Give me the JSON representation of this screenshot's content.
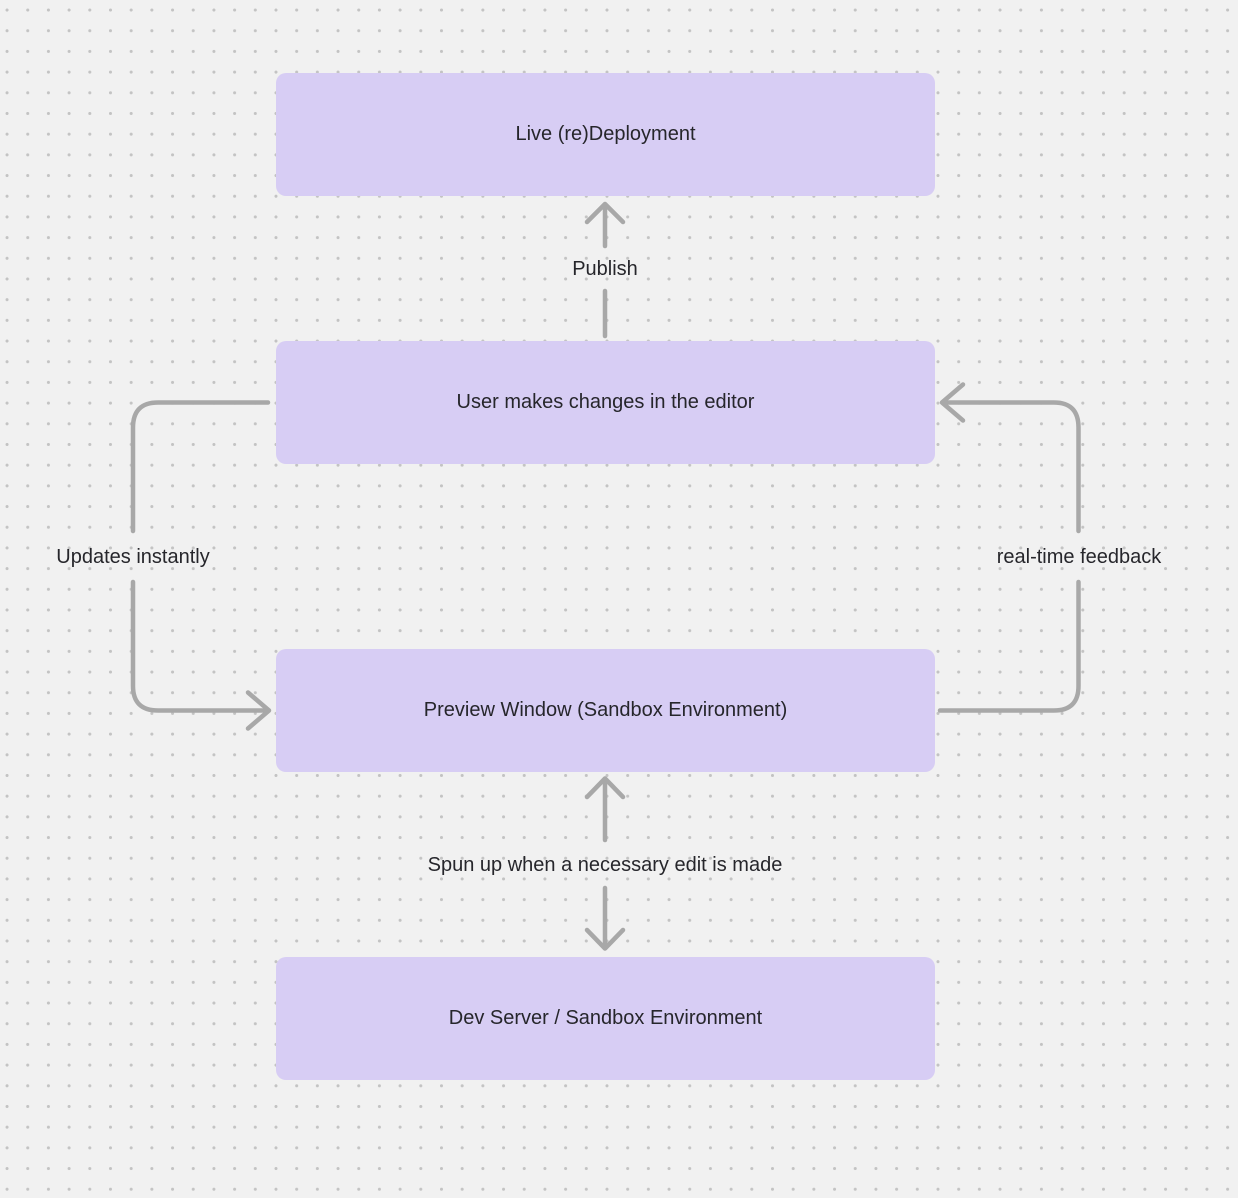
{
  "colors": {
    "background": "#f1f1f1",
    "dot": "#c3c3c3",
    "node_fill": "#d7cdf4",
    "node_text": "#26262b",
    "label_text": "#26262b",
    "arrow": "#a8a8a8"
  },
  "diagram": {
    "nodes": [
      {
        "id": "live-redeployment",
        "label": "Live (re)Deployment"
      },
      {
        "id": "editor-changes",
        "label": "User makes changes in the editor"
      },
      {
        "id": "preview-window",
        "label": "Preview Window (Sandbox Environment)"
      },
      {
        "id": "dev-server",
        "label": "Dev Server / Sandbox Environment"
      }
    ],
    "edges": [
      {
        "id": "publish",
        "from": "editor-changes",
        "to": "live-redeployment",
        "label": "Publish",
        "direction": "up"
      },
      {
        "id": "updates-instantly",
        "from": "editor-changes",
        "to": "preview-window",
        "label": "Updates instantly",
        "direction": "left-loop-down"
      },
      {
        "id": "real-time-feedback",
        "from": "preview-window",
        "to": "editor-changes",
        "label": "real-time feedback",
        "direction": "right-loop-up"
      },
      {
        "id": "spun-up",
        "from": "preview-window",
        "to": "dev-server",
        "label": "Spun up when a necessary edit is made",
        "direction": "bidirectional"
      }
    ]
  }
}
